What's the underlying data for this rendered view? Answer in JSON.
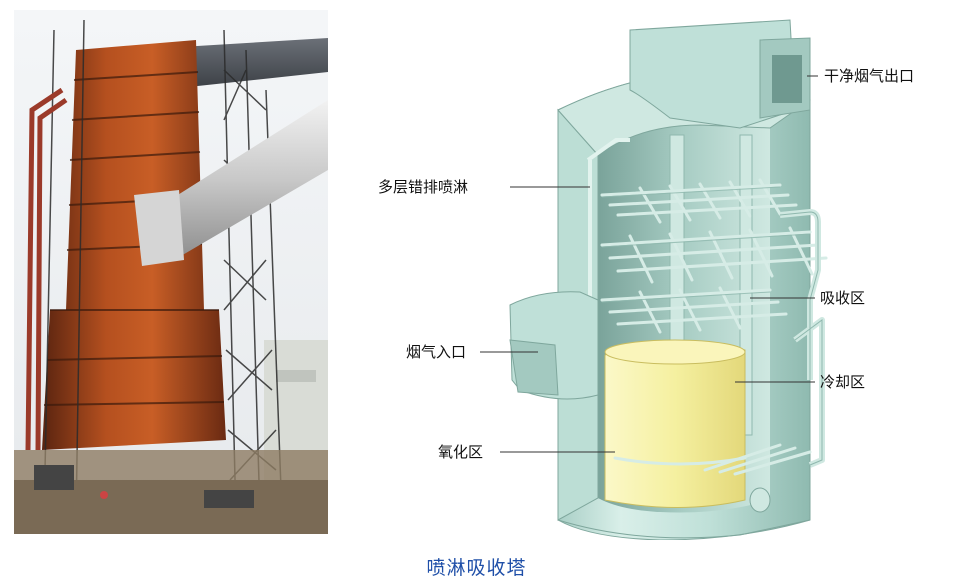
{
  "caption": "喷淋吸收塔",
  "labels": {
    "outlet": "干净烟气出口",
    "spray": "多层错排喷淋",
    "absorption": "吸收区",
    "inlet": "烟气入口",
    "cooling": "冷却区",
    "oxidation": "氧化区"
  },
  "colors": {
    "caption": "#1f4fa8",
    "tower_shell": "#bfe0d8",
    "slurry": "#f5f0a0",
    "rust": "#a8481c"
  }
}
